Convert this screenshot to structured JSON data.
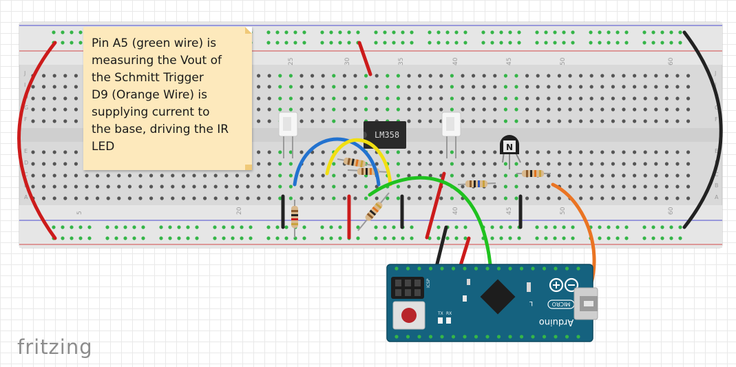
{
  "app": {
    "brand": "fritzing"
  },
  "note": {
    "lines": [
      "Pin A5 (green wire) is",
      "measuring the Vout of",
      "the Schmitt Trigger",
      "D9 (Orange Wire) is",
      "supplying current to",
      "the base, driving the IR",
      "LED"
    ]
  },
  "breadboard": {
    "column_numbers_top": [
      "25",
      "30",
      "35",
      "40",
      "45",
      "50",
      "60"
    ],
    "column_numbers_bottom": [
      "5",
      "20",
      "40",
      "45",
      "50",
      "60"
    ],
    "row_letters_upper": [
      "J",
      "I",
      "H",
      "G",
      "F"
    ],
    "row_letters_lower": [
      "E",
      "D",
      "C",
      "B",
      "A"
    ]
  },
  "components": {
    "ic_label": "LM358",
    "transistor_label": "N",
    "arduino": {
      "board_name": "Arduino",
      "model": "MICRO",
      "icsp_label": "ICSP",
      "tx_label": "TX",
      "rx_label": "RX",
      "l_label": "L"
    }
  },
  "colors": {
    "red_wire": "#cc1b1b",
    "black_wire": "#222222",
    "blue_wire": "#2272cf",
    "yellow_wire": "#f1df12",
    "green_wire": "#1fc21f",
    "orange_wire": "#ea7423",
    "hole_green": "#35b548",
    "rail_red": "#d24848",
    "rail_blue": "#4a4ad0",
    "board_teal": "#15627f",
    "note_bg": "#fde9bc"
  }
}
